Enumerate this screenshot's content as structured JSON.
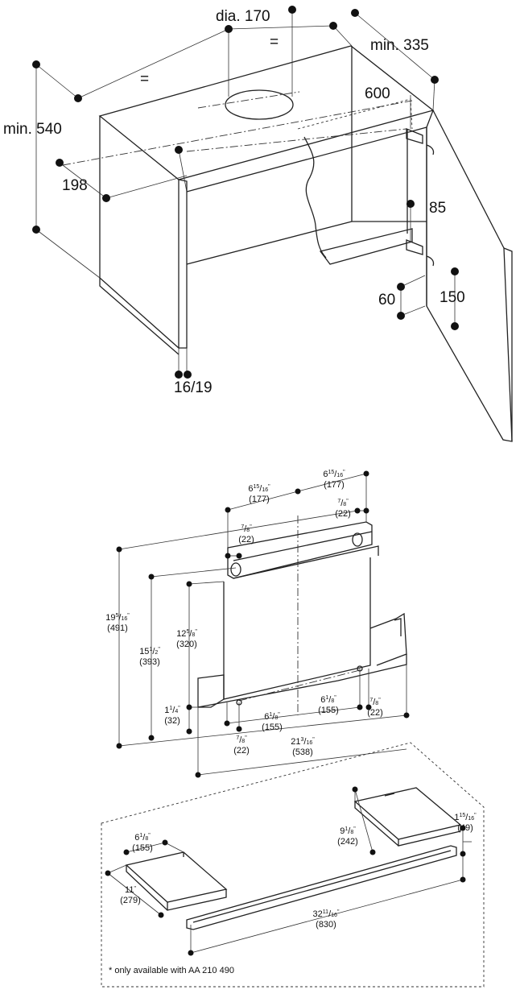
{
  "figure1": {
    "labels": {
      "dia_170": "dia. 170",
      "equal_top": "=",
      "equal_left": "=",
      "min_335": "min. 335",
      "val_600": "600",
      "min_540": "min. 540",
      "val_198": "198",
      "val_85": "85",
      "val_150": "150",
      "val_60": "60",
      "val_16_19": "16/19"
    }
  },
  "figure2": {
    "labels": {
      "w_177_right": {
        "whole": "6",
        "num": "15",
        "den": "16",
        "mm": "(177)"
      },
      "w_177_left": {
        "whole": "6",
        "num": "15",
        "den": "16",
        "mm": "(177)"
      },
      "w_22_right": {
        "whole": "",
        "num": "7",
        "den": "8",
        "mm": "(22)"
      },
      "w_22_left": {
        "whole": "",
        "num": "7",
        "den": "8",
        "mm": "(22)"
      },
      "h_491": {
        "whole": "19",
        "num": "5",
        "den": "16",
        "mm": "(491)"
      },
      "h_393": {
        "whole": "15",
        "num": "1",
        "den": "2",
        "mm": "(393)"
      },
      "h_320": {
        "whole": "12",
        "num": "5",
        "den": "8",
        "mm": "(320)"
      },
      "h_32": {
        "whole": "1",
        "num": "1",
        "den": "4",
        "mm": "(32)"
      },
      "b_155_left": {
        "whole": "6",
        "num": "1",
        "den": "8",
        "mm": "(155)"
      },
      "b_155_right": {
        "whole": "6",
        "num": "1",
        "den": "8",
        "mm": "(155)"
      },
      "b_22_right": {
        "whole": "",
        "num": "7",
        "den": "8",
        "mm": "(22)"
      },
      "b_22_left": {
        "whole": "",
        "num": "7",
        "den": "8",
        "mm": "(22)"
      },
      "b_538": {
        "whole": "21",
        "num": "3",
        "den": "16",
        "mm": "(538)"
      }
    }
  },
  "figure3": {
    "labels": {
      "s_155": {
        "whole": "6",
        "num": "1",
        "den": "8",
        "mm": "(155)"
      },
      "s_279": {
        "whole": "11",
        "num": "",
        "den": "",
        "mm": "(279)"
      },
      "s_242": {
        "whole": "9",
        "num": "1",
        "den": "8",
        "mm": "(242)"
      },
      "s_49": {
        "whole": "1",
        "num": "15",
        "den": "16",
        "mm": "(49)"
      },
      "s_830": {
        "whole": "32",
        "num": "11",
        "den": "16",
        "mm": "(830)"
      }
    },
    "footnote": "* only available with AA 210 490"
  }
}
